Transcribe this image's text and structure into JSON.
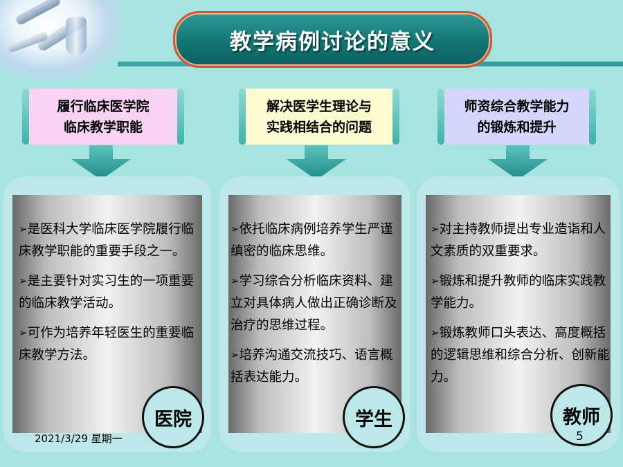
{
  "title": "教学病例讨论的意义",
  "columns": [
    {
      "heading_line1": "履行临床医学院",
      "heading_line2": "临床教学职能",
      "bullets": [
        "是医科大学临床医学院履行临床教学职能的重要手段之一。",
        "是主要针对实习生的一项重要的临床教学活动。",
        "可作为培养年轻医生的重要临床教学方法。"
      ],
      "badge": "医院"
    },
    {
      "heading_line1": "解决医学生理论与",
      "heading_line2": "实践相结合的问题",
      "bullets": [
        "依托临床病例培养学生严谨缜密的临床思维。",
        "学习综合分析临床资料、建立对具体病人做出正确诊断及治疗的思维过程。",
        "培养沟通交流技巧、语言概括表达能力。"
      ],
      "badge": "学生"
    },
    {
      "heading_line1": "师资综合教学能力",
      "heading_line2": "的锻炼和提升",
      "bullets": [
        "对主持教师提出专业造诣和人文素质的双重要求。",
        "锻炼和提升教师的临床实践教学能力。",
        "锻炼教师口头表达、高度概括的逻辑思维和综合分析、创新能力。"
      ],
      "badge": "教师"
    }
  ],
  "bullet_marker": "➢",
  "footer": {
    "date": "2021/3/29 星期一",
    "page": "5"
  },
  "colors": {
    "background": "#a7e3e0",
    "title_pill": "#137673",
    "title_border": "#cc5a3a",
    "box1": "#f8d3f3",
    "box2": "#fdfbcf",
    "box3": "#d2d7fb",
    "arrow": "#2f9e9a"
  }
}
